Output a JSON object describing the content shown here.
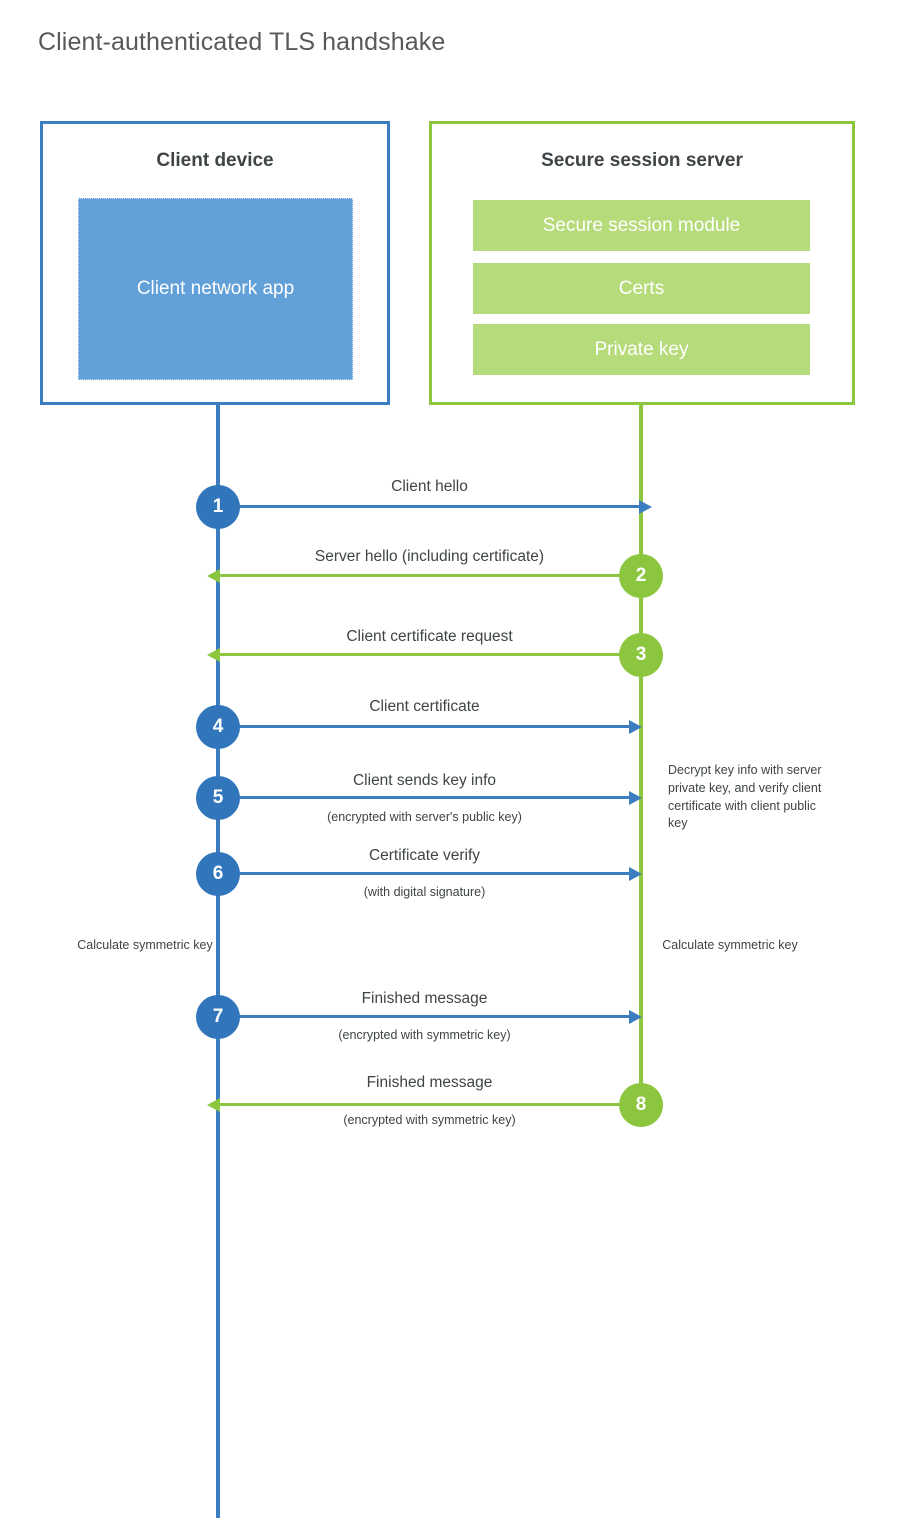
{
  "title": "Client-authenticated TLS handshake",
  "colors": {
    "client_blue": "#3c7cc0",
    "client_badge_blue": "#3176bb",
    "client_app_fill": "#61a0d8",
    "server_green": "#8cc63e",
    "server_bar_fill": "#b6db7a",
    "text": "#3f4447",
    "title_text": "#58595b",
    "background": "#ffffff"
  },
  "actors": {
    "client": {
      "title": "Client device",
      "app_label": "Client network app"
    },
    "server": {
      "title": "Secure session server",
      "components": [
        "Secure session module",
        "Certs",
        "Private key"
      ]
    }
  },
  "steps": [
    {
      "number": "1",
      "label": "Client hello",
      "sublabel": "",
      "direction": "client-to-server",
      "badge_side": "client",
      "color": "blue"
    },
    {
      "number": "2",
      "label": "Server hello (including certificate)",
      "sublabel": "",
      "direction": "server-to-client",
      "badge_side": "server",
      "color": "green"
    },
    {
      "number": "3",
      "label": "Client certificate request",
      "sublabel": "",
      "direction": "server-to-client",
      "badge_side": "server",
      "color": "green"
    },
    {
      "number": "4",
      "label": "Client certificate",
      "sublabel": "",
      "direction": "client-to-server",
      "badge_side": "client",
      "color": "blue"
    },
    {
      "number": "5",
      "label": "Client sends key info",
      "sublabel": "(encrypted with server's public key)",
      "direction": "client-to-server",
      "badge_side": "client",
      "color": "blue"
    },
    {
      "number": "6",
      "label": "Certificate verify",
      "sublabel": "(with digital signature)",
      "direction": "client-to-server",
      "badge_side": "client",
      "color": "blue"
    },
    {
      "number": "7",
      "label": "Finished message",
      "sublabel": "(encrypted with symmetric key)",
      "direction": "client-to-server",
      "badge_side": "client",
      "color": "blue"
    },
    {
      "number": "8",
      "label": "Finished message",
      "sublabel": "(encrypted with symmetric key)",
      "direction": "server-to-client",
      "badge_side": "server",
      "color": "green"
    }
  ],
  "notes": {
    "server_decrypt": "Decrypt key info with server private key, and verify client certificate with client public key",
    "client_calculate": "Calculate symmetric key",
    "server_calculate": "Calculate symmetric key"
  }
}
